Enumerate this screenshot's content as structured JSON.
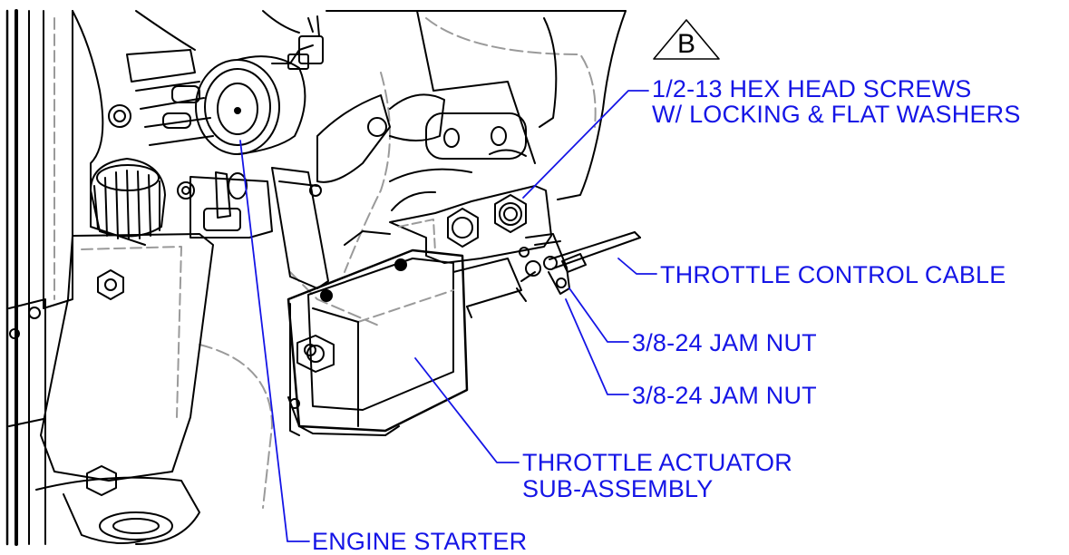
{
  "revision_flag": "B",
  "callouts": {
    "hex_screws_line1": "1/2-13 HEX HEAD SCREWS",
    "hex_screws_line2": "W/ LOCKING & FLAT WASHERS",
    "throttle_cable": "THROTTLE CONTROL CABLE",
    "jam_nut_upper": "3/8-24 JAM NUT",
    "jam_nut_lower": "3/8-24 JAM NUT",
    "actuator_line1": "THROTTLE ACTUATOR",
    "actuator_line2": "SUB-ASSEMBLY",
    "engine_starter": "ENGINE STARTER"
  },
  "colors": {
    "callout": "#1515e6",
    "linework": "#000000",
    "hidden_lines": "#9a9a9a"
  }
}
